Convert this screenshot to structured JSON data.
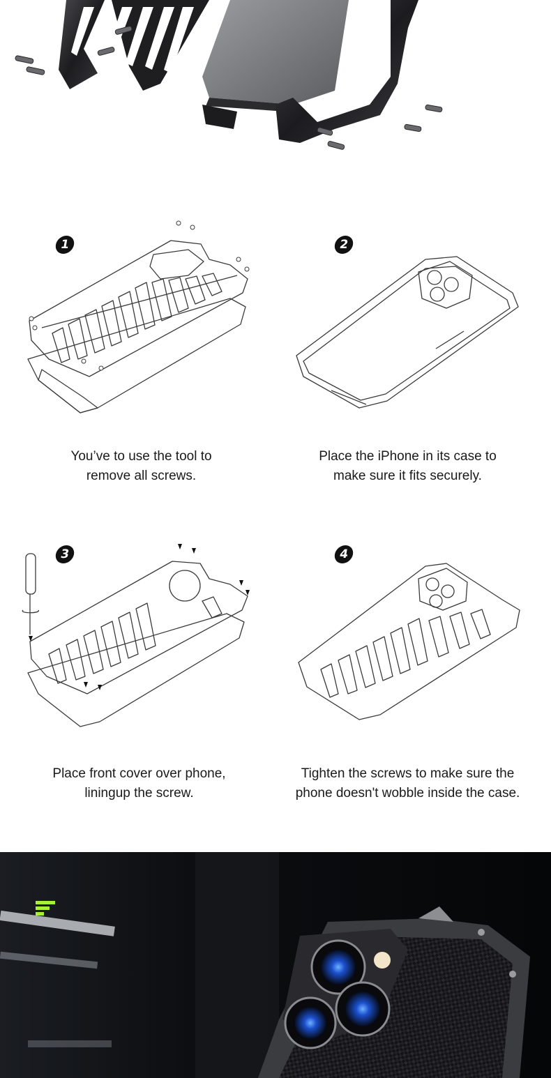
{
  "steps": [
    {
      "number": "1",
      "caption_line1": "You’ve to use the  tool to",
      "caption_line2": "remove all screws."
    },
    {
      "number": "2",
      "caption_line1": "Place the iPhone in its case to",
      "caption_line2": "make sure it fits securely."
    },
    {
      "number": "3",
      "caption_line1": "Place front cover over phone,",
      "caption_line2": "liningup the screw."
    },
    {
      "number": "4",
      "caption_line1": "Tighten the screws to make sure the",
      "caption_line2": "phone doesn't wobble inside the case."
    }
  ],
  "colors": {
    "background": "#ffffff",
    "text": "#1a1a1a",
    "line_art": "#3a3a3a",
    "banner_bg": "#0a0c0f",
    "accent_green": "#a6f03a",
    "lens_blue": "#3a7bff",
    "metal_dark": "#2a2a2e"
  },
  "icons": {
    "hero": "exploded-case-render",
    "banner_logo": "brand-stripes-icon",
    "banner_photo": "phone-case-carbon-render"
  }
}
